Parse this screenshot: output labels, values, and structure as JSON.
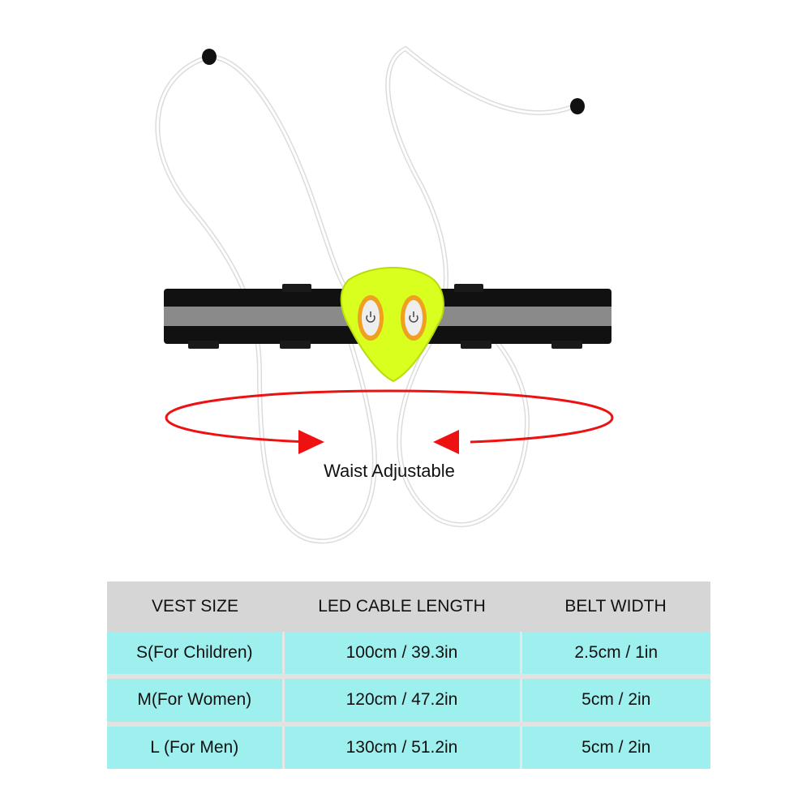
{
  "product": {
    "caption": "Waist Adjustable",
    "colors": {
      "housing": "#d8ff1e",
      "button_ring": "#f0a020",
      "strap": "#111111",
      "reflective_stripe": "#8a8a8a",
      "cable": "#f2f2f2",
      "arrow": "#ee1111"
    },
    "icons": [
      "power-icon",
      "power-icon"
    ]
  },
  "size_table": {
    "colors": {
      "header_bg": "#d6d6d6",
      "row_bg": "#9ef0ee"
    },
    "headers": [
      "VEST SIZE",
      "LED CABLE LENGTH",
      "BELT WIDTH"
    ],
    "rows": [
      [
        "S(For Children)",
        "100cm / 39.3in",
        "2.5cm / 1in"
      ],
      [
        "M(For Women)",
        "120cm / 47.2in",
        "5cm / 2in"
      ],
      [
        "L (For Men)",
        "130cm / 51.2in",
        "5cm / 2in"
      ]
    ]
  }
}
